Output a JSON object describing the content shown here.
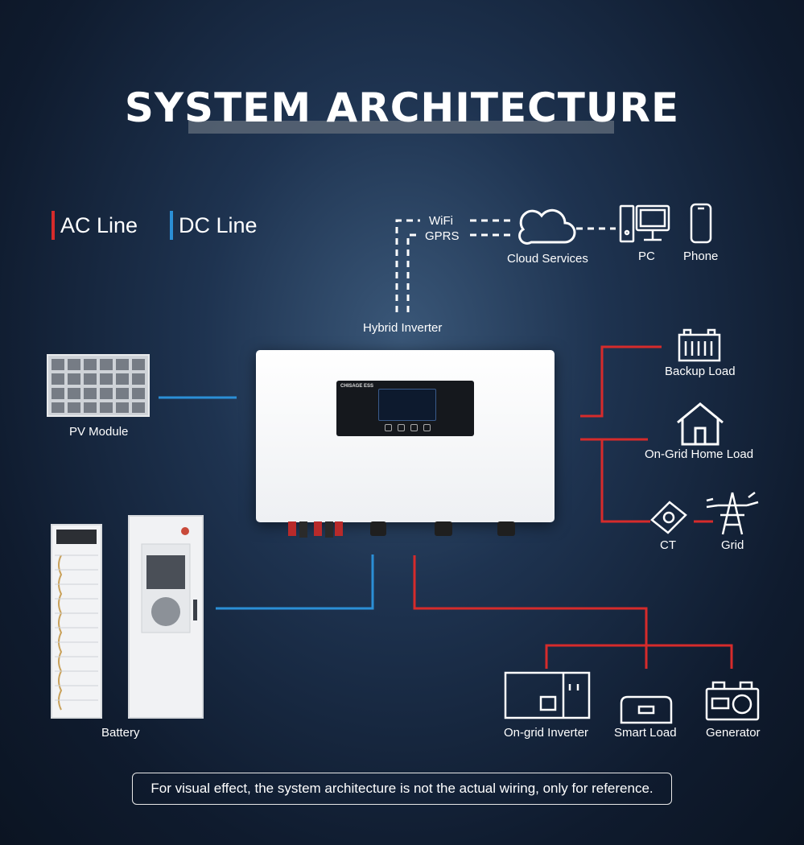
{
  "title": "SYSTEM ARCHITECTURE",
  "legend": {
    "ac": {
      "label": "AC Line",
      "color": "#d62b2b"
    },
    "dc": {
      "label": "DC Line",
      "color": "#2b8fd6"
    }
  },
  "comm": {
    "wifi": "WiFi",
    "gprs": "GPRS"
  },
  "nodes": {
    "cloud": "Cloud Services",
    "pc": "PC",
    "phone": "Phone",
    "hybrid_inverter": "Hybrid Inverter",
    "pv_module": "PV Module",
    "battery": "Battery",
    "backup_load": "Backup Load",
    "on_grid_home_load": "On-Grid Home Load",
    "ct": "CT",
    "grid": "Grid",
    "on_grid_inverter": "On-grid Inverter",
    "smart_load": "Smart Load",
    "generator": "Generator"
  },
  "inverter_brand": "CHISAGE ESS",
  "note": "For visual effect, the system architecture is not the actual wiring, only for reference."
}
